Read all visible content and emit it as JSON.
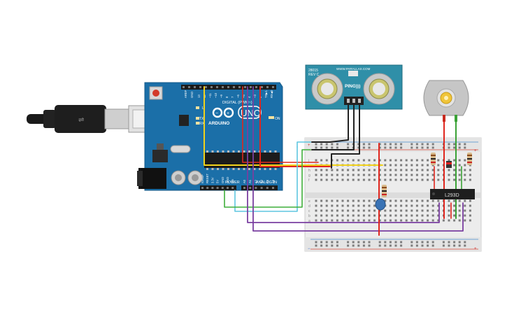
{
  "arduino": {
    "brand": "ARDUINO",
    "model": "UNO",
    "digital_header": "DIGITAL (PWM~)",
    "power_header": "POWER",
    "analog_header": "ANALOG IN",
    "led_l": "L",
    "led_tx": "TX",
    "led_rx": "RX",
    "on_label": "ON",
    "gnd_label": "GND",
    "aref_label": "AREF",
    "digital_pins": [
      "13",
      "12",
      "~11",
      "~10",
      "~9",
      "8",
      "7",
      "~6",
      "~5",
      "4",
      "~3",
      "2",
      "TX▶1",
      "RX◀0"
    ],
    "power_pins": [
      "IOREF",
      "RESET",
      "3.3V",
      "5V",
      "GND",
      "GND",
      "Vin"
    ],
    "analog_pins": [
      "A0",
      "A1",
      "A2",
      "A3",
      "A4",
      "A5"
    ]
  },
  "sensor": {
    "name": "PING)))",
    "model": "28015",
    "rev": "REV C",
    "url": "WWW.PARALLAX.COM"
  },
  "driver_ic": {
    "label": "L293D"
  },
  "breadboard": {
    "row_letters_top": [
      "j",
      "i",
      "h",
      "g",
      "f"
    ],
    "row_letters_bottom": [
      "e",
      "d",
      "c",
      "b",
      "a"
    ],
    "plus": "+",
    "minus": "−"
  },
  "colors": {
    "board": "#1b6fa8",
    "wire_red": "#e0261e",
    "wire_yellow": "#f2d21b",
    "wire_green": "#3fae3a",
    "wire_cyan": "#5ec6e0",
    "wire_purple": "#7a3fa0",
    "wire_black": "#222222",
    "sensor_board": "#2f8fa8",
    "breadboard": "#ececec"
  }
}
